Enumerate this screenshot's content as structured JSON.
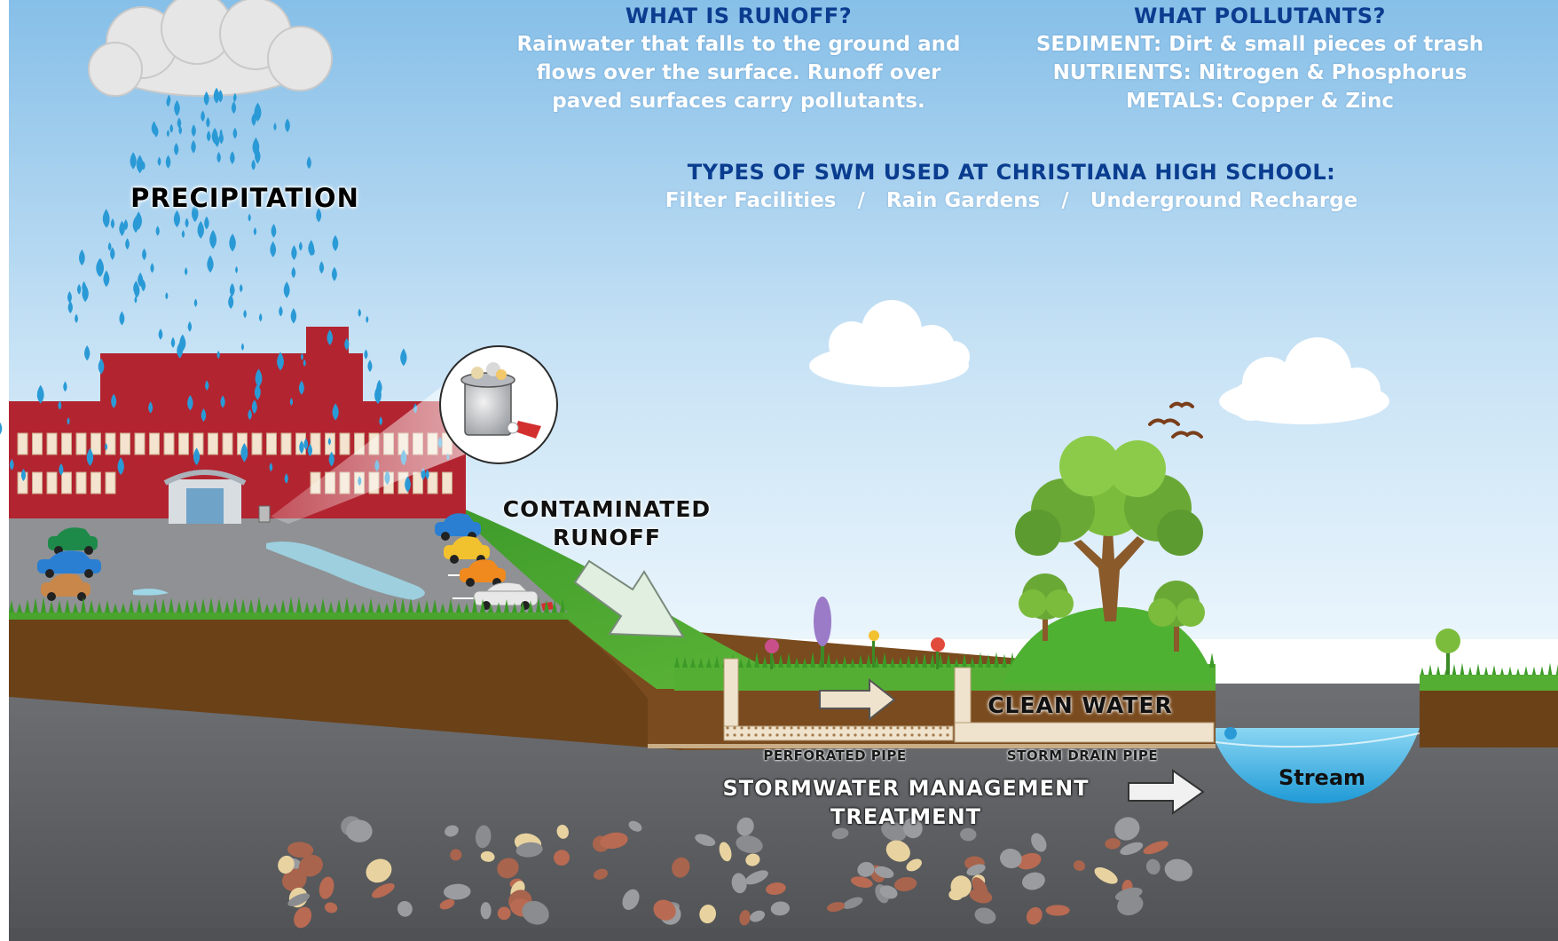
{
  "runoff": {
    "heading": "WHAT IS RUNOFF?",
    "lines": [
      "Rainwater that falls to the ground and",
      "flows over the surface. Runoff over",
      "paved surfaces carry pollutants."
    ]
  },
  "pollutants": {
    "heading": "WHAT POLLUTANTS?",
    "lines": [
      "SEDIMENT: Dirt & small pieces of trash",
      "NUTRIENTS: Nitrogen & Phosphorus",
      "METALS: Copper & Zinc"
    ]
  },
  "swm": {
    "heading": "TYPES OF SWM USED AT CHRISTIANA HIGH SCHOOL:",
    "types": "Filter Facilities   /   Rain Gardens   /   Underground Recharge"
  },
  "labels": {
    "precipitation": "PRECIPITATION",
    "contaminated_line1": "CONTAMINATED",
    "contaminated_line2": "RUNOFF",
    "clean_water": "CLEAN WATER",
    "perforated_pipe": "PERFORATED PIPE",
    "storm_drain_pipe": "STORM DRAIN PIPE",
    "swm_treatment_line1": "STORMWATER MANAGEMENT",
    "swm_treatment_line2": "TREATMENT",
    "stream": "Stream"
  },
  "colors": {
    "sky_top": "#8cc3ea",
    "sky_bottom": "#e8f3fb",
    "building": "#b22430",
    "grass": "#4aa52e",
    "soil": "#6b4118",
    "bedrock": "#5c5e61",
    "water": "#3aaee0",
    "heading_blue": "#0a3d8f"
  }
}
